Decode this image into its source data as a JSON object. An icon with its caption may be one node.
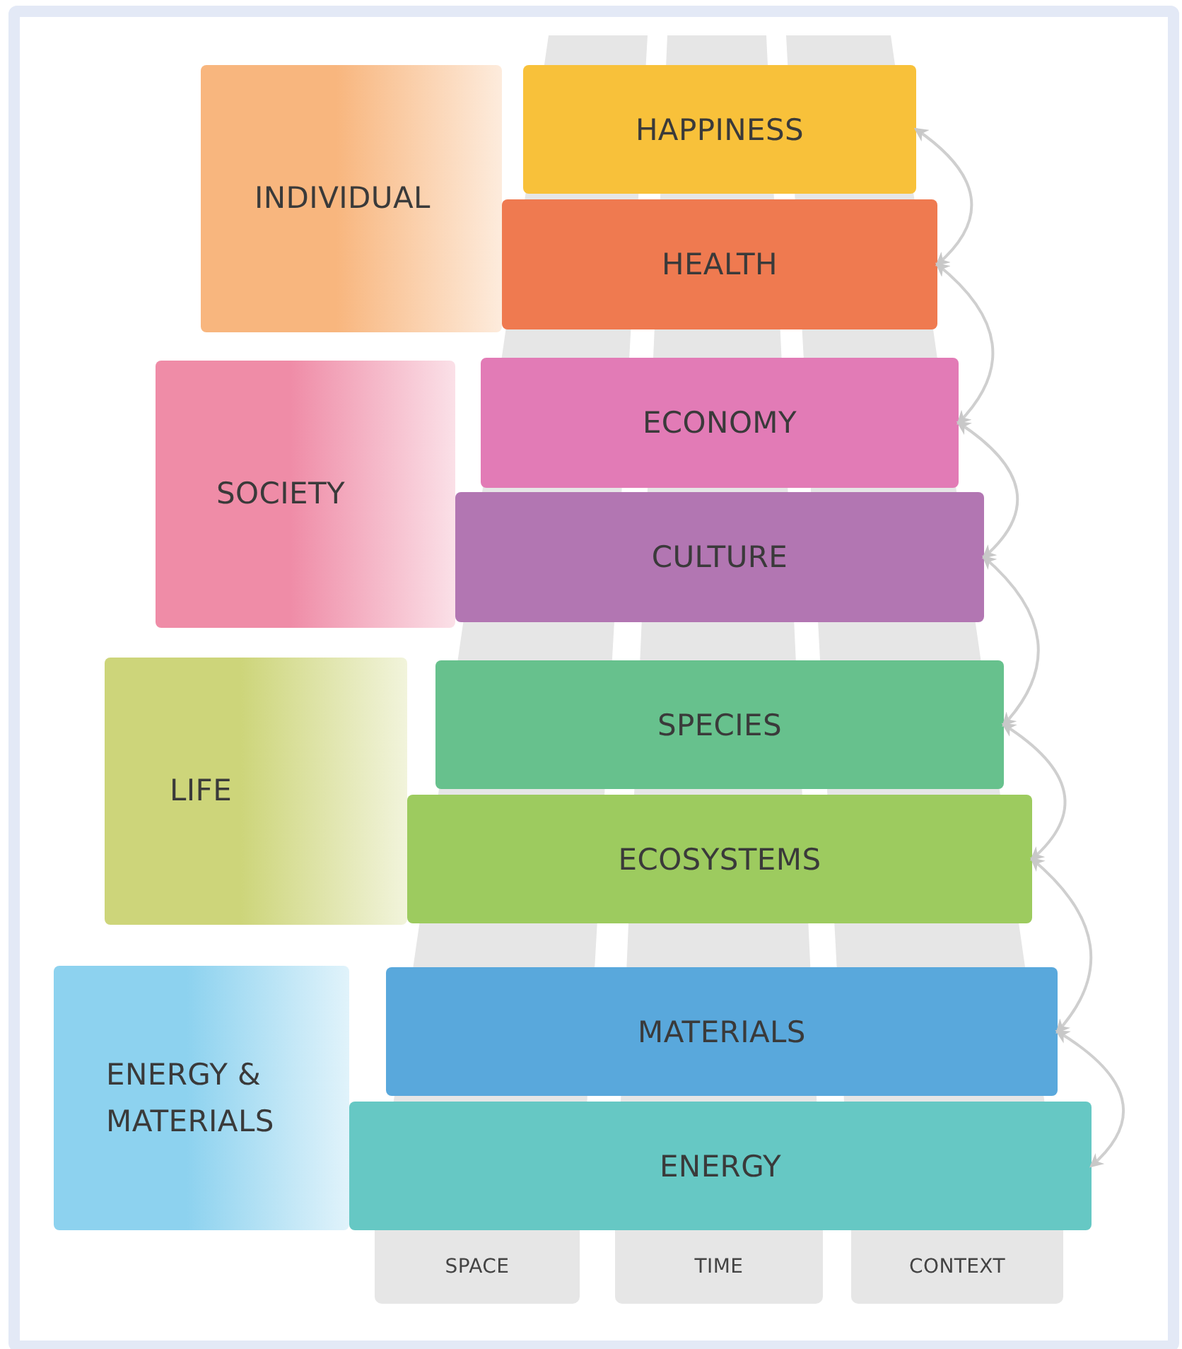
{
  "diagram": {
    "nodes": [
      {
        "text": [
          "INDIVIDUAL"
        ]
      },
      {
        "text": [
          "HAPPINESS"
        ]
      },
      {
        "text": [
          "HEALTH"
        ]
      },
      {
        "text": [
          "SOCIETY"
        ]
      },
      {
        "text": [
          "ECONOMY"
        ]
      },
      {
        "text": [
          "CULTURE"
        ]
      },
      {
        "text": [
          "LIFE"
        ]
      },
      {
        "text": [
          "SPECIES"
        ]
      },
      {
        "text": [
          "ECOSYSTEMS"
        ]
      },
      {
        "text": [
          "ENERGY & MATERIALS"
        ]
      },
      {
        "text": [
          "MATERIALS"
        ]
      },
      {
        "text": [
          "ENERGY"
        ]
      },
      {
        "text": [
          "SPACE"
        ]
      },
      {
        "text": [
          "TIME"
        ]
      },
      {
        "text": [
          "CONTEXT"
        ]
      }
    ],
    "edges": [
      {
        "from": 1,
        "to": 2,
        "arrow": "both"
      },
      {
        "from": 2,
        "to": 4,
        "arrow": "both"
      },
      {
        "from": 4,
        "to": 5,
        "arrow": "both"
      },
      {
        "from": 5,
        "to": 7,
        "arrow": "both"
      },
      {
        "from": 7,
        "to": 8,
        "arrow": "both"
      },
      {
        "from": 8,
        "to": 10,
        "arrow": "both"
      },
      {
        "from": 10,
        "to": 11,
        "arrow": "both"
      }
    ]
  }
}
